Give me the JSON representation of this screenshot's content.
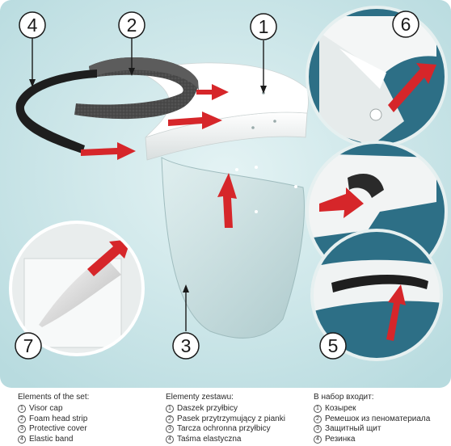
{
  "callouts": [
    "1",
    "2",
    "3",
    "4",
    "5",
    "6",
    "7"
  ],
  "legend": [
    {
      "title": "Elements of the set:",
      "items": [
        {
          "num": "1",
          "text": "Visor cap"
        },
        {
          "num": "2",
          "text": "Foam head strip"
        },
        {
          "num": "3",
          "text": "Protective cover"
        },
        {
          "num": "4",
          "text": "Elastic band"
        }
      ]
    },
    {
      "title": "Elementy zestawu:",
      "items": [
        {
          "num": "1",
          "text": "Daszek przyłbicy"
        },
        {
          "num": "2",
          "text": "Pasek przytrzymujący z pianki"
        },
        {
          "num": "3",
          "text": "Tarcza ochronna przyłbicy"
        },
        {
          "num": "4",
          "text": "Taśma elastyczna"
        }
      ]
    },
    {
      "title": "В набор входит:",
      "items": [
        {
          "num": "1",
          "text": "Козырек"
        },
        {
          "num": "2",
          "text": "Ремешок из пеноматериала"
        },
        {
          "num": "3",
          "text": "Защитный щит"
        },
        {
          "num": "4",
          "text": "Резинка"
        }
      ]
    }
  ],
  "colors": {
    "background": "#c9e4e7",
    "arrow": "#d6262a",
    "foam": "#4a4a4a",
    "band": "#1e1e1e",
    "detail_teal": "#2d6f86"
  }
}
